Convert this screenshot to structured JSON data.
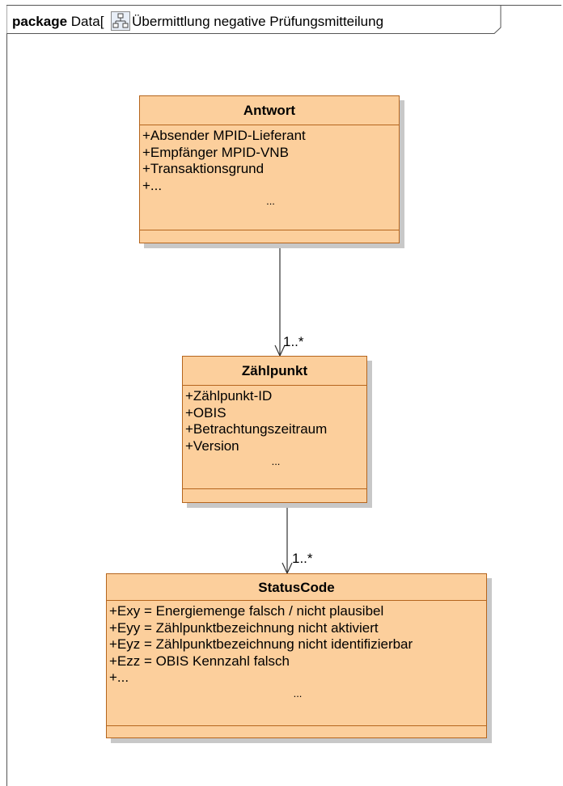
{
  "package": {
    "keyword": "package",
    "name_prefix": "Data[",
    "name_suffix": "Übermittlung negative Prüfungsmitteilung",
    "icon": "package-diagram-icon"
  },
  "classes": [
    {
      "name": "Antwort",
      "attributes": [
        "+Absender MPID-Lieferant",
        "+Empfänger MPID-VNB",
        "+Transaktionsgrund",
        "+..."
      ],
      "ellipsis": "..."
    },
    {
      "name": "Zählpunkt",
      "attributes": [
        "+Zählpunkt-ID",
        "+OBIS",
        "+Betrachtungszeitraum",
        "+Version"
      ],
      "ellipsis": "..."
    },
    {
      "name": "StatusCode",
      "attributes": [
        "+Exy = Energiemenge falsch / nicht plausibel",
        "+Eyy = Zählpunktbezeichnung nicht aktiviert",
        "+Eyz = Zählpunktbezeichnung nicht identifizierbar",
        "+Ezz = OBIS Kennzahl falsch",
        "+..."
      ],
      "ellipsis": "..."
    }
  ],
  "associations": [
    {
      "from": "Antwort",
      "to": "Zählpunkt",
      "multiplicity": "1..*"
    },
    {
      "from": "Zählpunkt",
      "to": "StatusCode",
      "multiplicity": "1..*"
    }
  ],
  "colors": {
    "class_fill": "#fccf9c",
    "class_border": "#b5651d",
    "shadow": "#c8c8c8",
    "line": "#333333"
  }
}
